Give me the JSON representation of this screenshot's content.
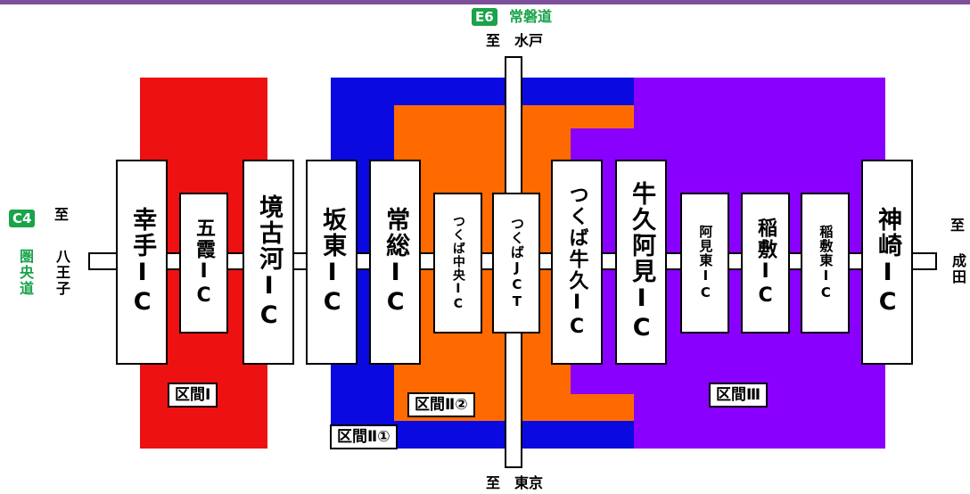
{
  "header": {
    "e6_badge": "E6",
    "e6_name": "常磐道",
    "to_mito": "至　水戸",
    "to_tokyo": "至　東京"
  },
  "left": {
    "c4_badge": "C4",
    "c4_name": "圏央道",
    "to_label": "至",
    "destination": "八王子"
  },
  "right": {
    "to_label": "至",
    "destination": "成田"
  },
  "interchanges": [
    {
      "name": "幸手IC"
    },
    {
      "name": "五霞IC"
    },
    {
      "name": "境古河IC"
    },
    {
      "name": "坂東IC"
    },
    {
      "name": "常総IC"
    },
    {
      "name": "つくば中央IC"
    },
    {
      "name": "つくばJCT"
    },
    {
      "name": "つくば牛久IC"
    },
    {
      "name": "牛久阿見IC"
    },
    {
      "name": "阿見東IC"
    },
    {
      "name": "稲敷IC"
    },
    {
      "name": "稲敷東IC"
    },
    {
      "name": "神崎IC"
    }
  ],
  "sections": [
    {
      "label": "区間Ⅰ",
      "color": "#ee1111"
    },
    {
      "label": "区間Ⅱ①",
      "color": "#0a0ae0"
    },
    {
      "label": "区間Ⅱ②",
      "color": "#ff6a00"
    },
    {
      "label": "区間Ⅲ",
      "color": "#8a00ff"
    }
  ],
  "colors": {
    "road": "#ffffff",
    "outline": "#000000",
    "route_green": "#1aa34a",
    "top_rule": "#7d4f9b"
  }
}
